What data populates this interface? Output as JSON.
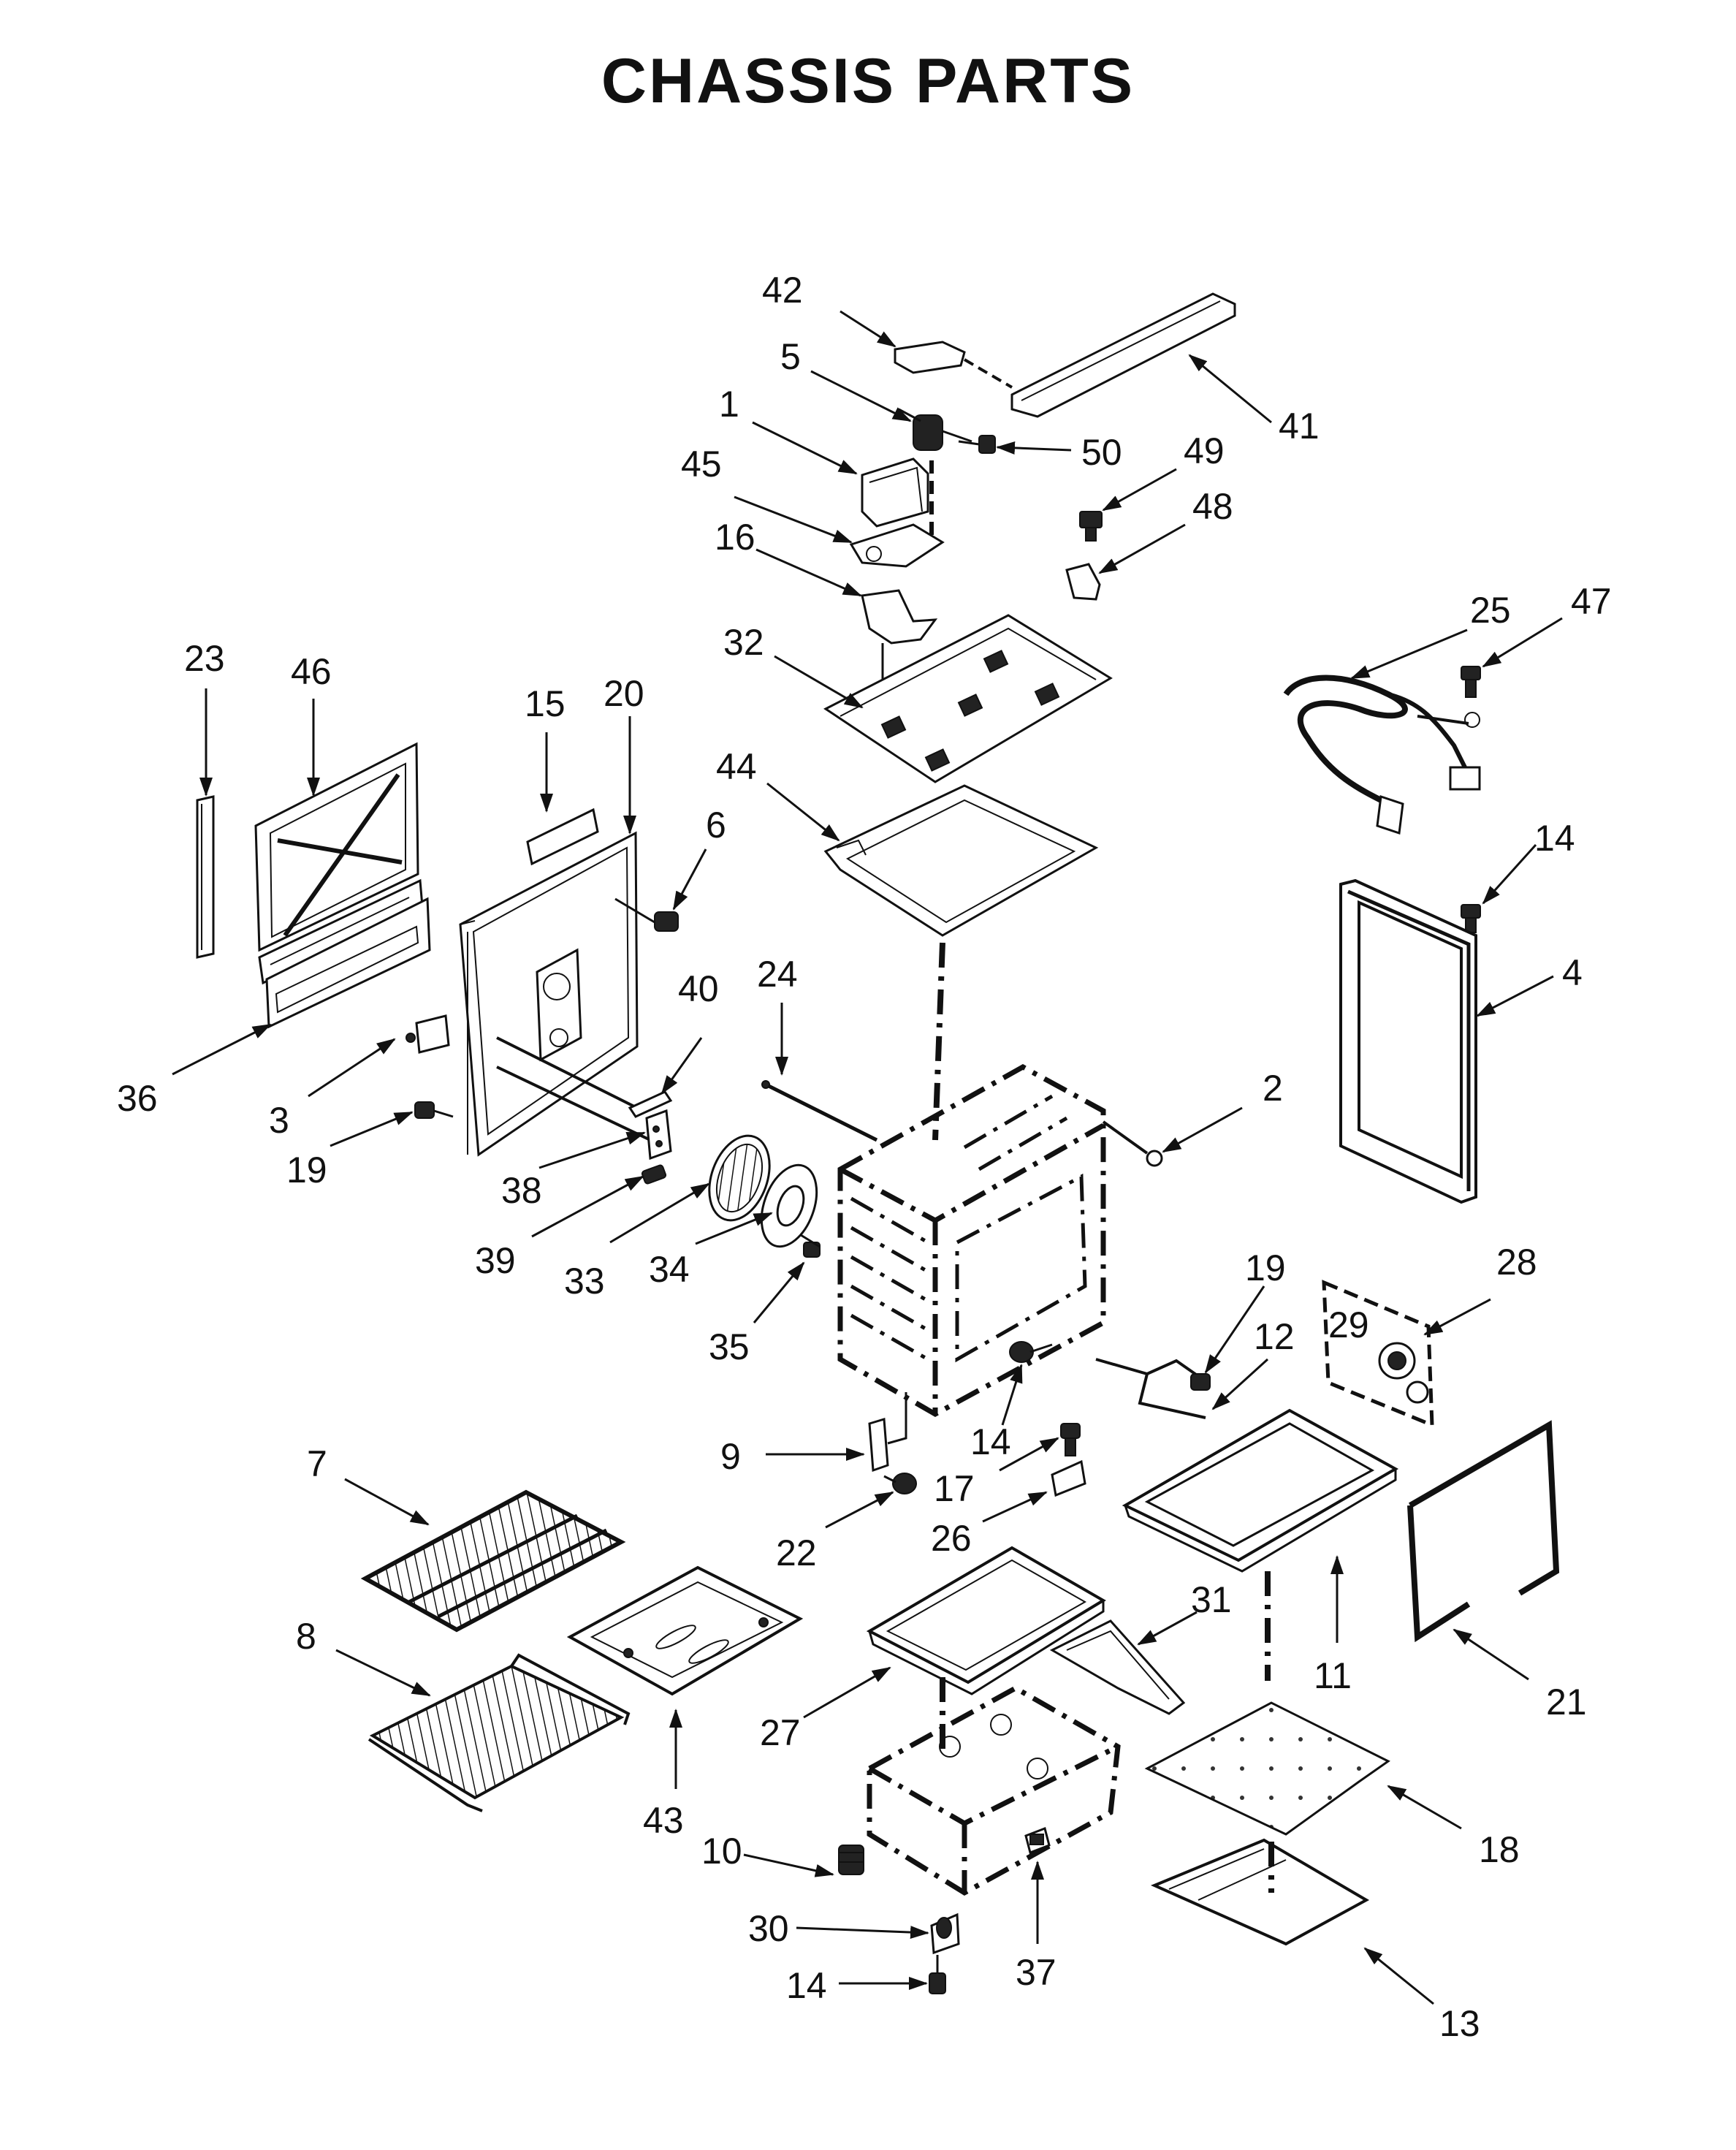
{
  "title": "CHASSIS PARTS",
  "callouts": {
    "c1": "1",
    "c2": "2",
    "c3": "3",
    "c4": "4",
    "c5": "5",
    "c6": "6",
    "c7": "7",
    "c8": "8",
    "c9": "9",
    "c10": "10",
    "c11": "11",
    "c12": "12",
    "c13": "13",
    "c14a": "14",
    "c14b": "14",
    "c14c": "14",
    "c15": "15",
    "c16": "16",
    "c17": "17",
    "c18": "18",
    "c19a": "19",
    "c19b": "19",
    "c20": "20",
    "c21": "21",
    "c22": "22",
    "c23": "23",
    "c24": "24",
    "c25": "25",
    "c26": "26",
    "c27": "27",
    "c28": "28",
    "c29": "29",
    "c30": "30",
    "c31": "31",
    "c32": "32",
    "c33": "33",
    "c34": "34",
    "c35": "35",
    "c36": "36",
    "c37": "37",
    "c38": "38",
    "c39": "39",
    "c40": "40",
    "c41": "41",
    "c42": "42",
    "c43": "43",
    "c44": "44",
    "c45": "45",
    "c46": "46",
    "c47": "47",
    "c48": "48",
    "c49": "49",
    "c50": "50"
  }
}
